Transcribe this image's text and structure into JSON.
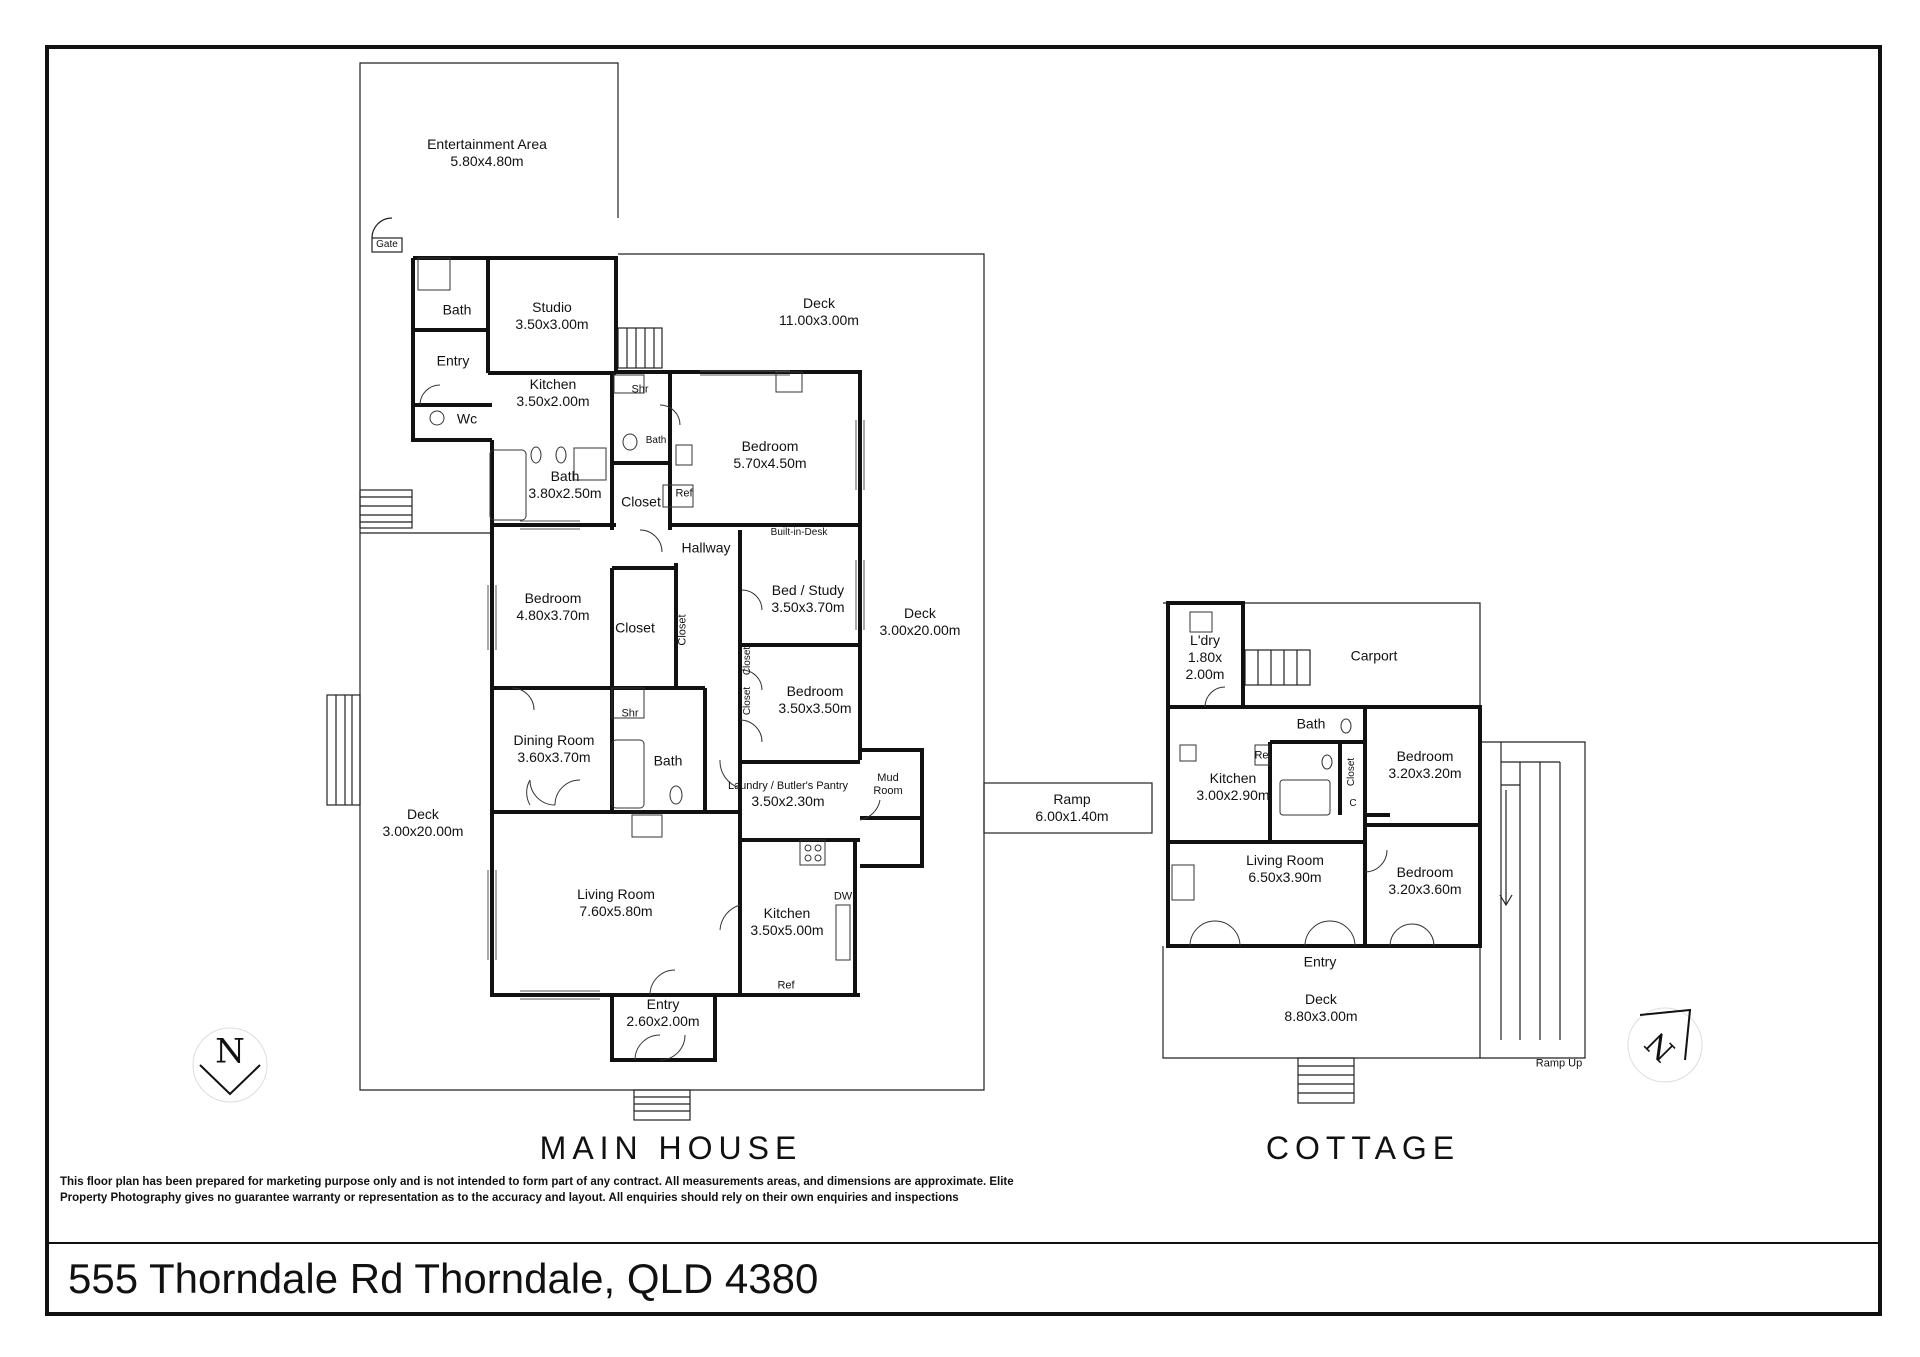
{
  "main_house": {
    "title": "MAIN HOUSE",
    "rooms": {
      "entertainment": {
        "name": "Entertainment Area",
        "dims": "5.80x4.80m"
      },
      "gate": {
        "name": "Gate"
      },
      "bath_studio": {
        "name": "Bath"
      },
      "studio": {
        "name": "Studio",
        "dims": "3.50x3.00m"
      },
      "entry_studio": {
        "name": "Entry"
      },
      "wc": {
        "name": "Wc"
      },
      "kitchen_studio": {
        "name": "Kitchen",
        "dims": "3.50x2.00m"
      },
      "deck_north": {
        "name": "Deck",
        "dims": "11.00x3.00m"
      },
      "shr_top": {
        "name": "Shr"
      },
      "bath_small": {
        "name": "Bath"
      },
      "bedroom_master": {
        "name": "Bedroom",
        "dims": "5.70x4.50m"
      },
      "bath_main": {
        "name": "Bath",
        "dims": "3.80x2.50m"
      },
      "closet_top": {
        "name": "Closet"
      },
      "ref_top": {
        "name": "Ref"
      },
      "hallway": {
        "name": "Hallway"
      },
      "built_in_desk": {
        "name": "Built-in-Desk"
      },
      "bedroom_west": {
        "name": "Bedroom",
        "dims": "4.80x3.70m"
      },
      "closet_mid": {
        "name": "Closet"
      },
      "closet_vert": {
        "name": "Closet"
      },
      "bed_study": {
        "name": "Bed / Study",
        "dims": "3.50x3.70m"
      },
      "deck_east": {
        "name": "Deck",
        "dims": "3.00x20.00m"
      },
      "closet_small1": {
        "name": "Closet"
      },
      "closet_small2": {
        "name": "Closet"
      },
      "bedroom_east": {
        "name": "Bedroom",
        "dims": "3.50x3.50m"
      },
      "shr_mid": {
        "name": "Shr"
      },
      "dining": {
        "name": "Dining Room",
        "dims": "3.60x3.70m"
      },
      "bath_mid": {
        "name": "Bath"
      },
      "laundry": {
        "name": "Laundry / Butler's Pantry",
        "dims": "3.50x2.30m"
      },
      "mud_room": {
        "name": "Mud",
        "name2": "Room"
      },
      "deck_west": {
        "name": "Deck",
        "dims": "3.00x20.00m"
      },
      "living": {
        "name": "Living Room",
        "dims": "7.60x5.80m"
      },
      "kitchen_main": {
        "name": "Kitchen",
        "dims": "3.50x5.00m"
      },
      "dw": {
        "name": "DW"
      },
      "ref_main": {
        "name": "Ref"
      },
      "entry_main": {
        "name": "Entry",
        "dims": "2.60x2.00m"
      },
      "ramp": {
        "name": "Ramp",
        "dims": "6.00x1.40m"
      }
    }
  },
  "cottage": {
    "title": "COTTAGE",
    "rooms": {
      "laundry": {
        "name": "L'dry",
        "dims1": "1.80x",
        "dims2": "2.00m"
      },
      "carport": {
        "name": "Carport"
      },
      "bath": {
        "name": "Bath"
      },
      "kitchen": {
        "name": "Kitchen",
        "dims": "3.00x2.90m"
      },
      "ref": {
        "name": "Ref"
      },
      "closet": {
        "name": "Closet"
      },
      "c": {
        "name": "C"
      },
      "bedroom1": {
        "name": "Bedroom",
        "dims": "3.20x3.20m"
      },
      "living": {
        "name": "Living Room",
        "dims": "6.50x3.90m"
      },
      "bedroom2": {
        "name": "Bedroom",
        "dims": "3.20x3.60m"
      },
      "entry": {
        "name": "Entry"
      },
      "deck": {
        "name": "Deck",
        "dims": "8.80x3.00m"
      },
      "ramp_up": {
        "name": "Ramp Up"
      }
    }
  },
  "compass": {
    "letter": "N"
  },
  "disclaimer": "This floor plan has been prepared for marketing purpose only and is not intended to form part of any contract. All measurements areas, and dimensions are approximate. Elite Property Photography gives no guarantee warranty or representation as to the accuracy and layout. All enquiries should rely on their own enquiries and inspections",
  "address": "555 Thorndale Rd Thorndale, QLD 4380"
}
